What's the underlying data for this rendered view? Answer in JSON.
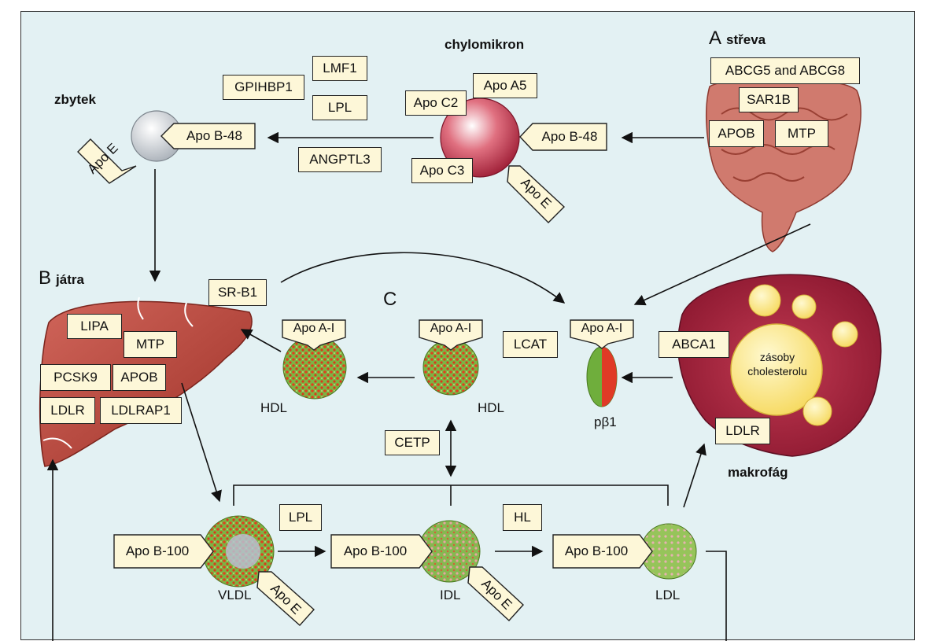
{
  "sections": {
    "a_letter": "A",
    "a_name": "střeva",
    "b_letter": "B",
    "b_name": "játra",
    "c_letter": "C"
  },
  "labels": {
    "chylomikron": "chylomikron",
    "zbytek": "zbytek",
    "makrofag": "makrofág",
    "hdl_left": "HDL",
    "hdl_mid": "HDL",
    "pb1": "pβ1",
    "vldl": "VLDL",
    "idl": "IDL",
    "ldl": "LDL",
    "stores": "zásoby cholesterolu"
  },
  "boxes": {
    "abcg": "ABCG5 and ABCG8",
    "sar1b": "SAR1B",
    "apob_int": "APOB",
    "mtp_int": "MTP",
    "lmf1": "LMF1",
    "gpihbp1": "GPIHBP1",
    "lpl_top": "LPL",
    "angptl3": "ANGPTL3",
    "sr_b1": "SR-B1",
    "lipa": "LIPA",
    "mtp_liver": "MTP",
    "pcsk9": "PCSK9",
    "apob_liver": "APOB",
    "ldlr_liver": "LDLR",
    "ldlrap1": "LDLRAP1",
    "lcat": "LCAT",
    "abca1": "ABCA1",
    "cetp": "CETP",
    "ldlr_mac": "LDLR",
    "lpl_bottom": "LPL",
    "hl": "HL"
  },
  "tags": {
    "apo_a5": "Apo A5",
    "apo_c2": "Apo C2",
    "apo_b48_chylo": "Apo B-48",
    "apo_c3": "Apo C3",
    "apo_e_chylo": "Apo E",
    "apo_b48_rem": "Apo B-48",
    "apo_e_rem": "Apo E",
    "apo_ai_hdl_left": "Apo A-I",
    "apo_ai_hdl_mid": "Apo A-I",
    "apo_ai_pb1": "Apo A-I",
    "apo_b100_vldl": "Apo B-100",
    "apo_e_vldl": "Apo E",
    "apo_b100_idl": "Apo B-100",
    "apo_e_idl": "Apo E",
    "apo_b100_ldl": "Apo B-100"
  },
  "colors": {
    "background": "#e3f1f3",
    "box_fill": "#fdf7d8",
    "liver": "#b8443a",
    "macrophage": "#a8263e",
    "chylomicron": "#c03048",
    "remnant": "#c9ced4",
    "intestine": "#d07a6e",
    "lipoprotein_green": "#6fae3c",
    "lipoprotein_red": "#e03a26"
  }
}
